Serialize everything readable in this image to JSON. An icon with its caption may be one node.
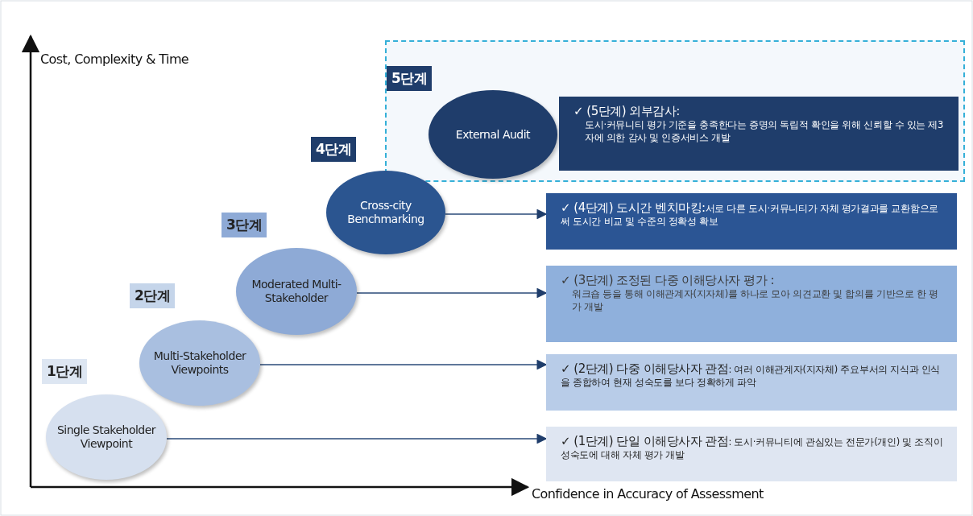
{
  "diagram": {
    "nodes": [
      {
        "text": [],
        "shape": "box"
      },
      {
        "text": [
          "External Audit"
        ],
        "beside": [
          "5단계"
        ],
        "in": 0
      },
      {
        "text": [
          "✓ (5단계) 외부감사:",
          "도시·커뮤니티 평가 기준을 충족한다는 증명의 독립적 확인을 위해 신뢰할 수 있는 제3자에 의한 감사 및 인증서비스 개발"
        ],
        "in": 0
      },
      {
        "text": [
          "Cross-city Benchmarking"
        ],
        "beside": [
          "4단계"
        ]
      },
      {
        "text": [
          "✓ (4단계) 도시간 벤치마킹:",
          "서로 다른 도시·커뮤니티가 자체 평가결과를 교환함으로써 도시간 비교 및 수준의 정확성 확보"
        ]
      },
      {
        "text": [
          "Moderated Multi-Stakeholder"
        ],
        "beside": [
          "3단계"
        ]
      },
      {
        "text": [
          "✓ (3단계) 조정된 다중 이해당사자 평가 :",
          "워크숍 등을 통해 이해관계자(지자체)를 하나로 모아 의견교환 및 합의를 기반으로 한 평가 개발"
        ]
      },
      {
        "text": [
          "Multi-Stakeholder Viewpoints"
        ],
        "beside": [
          "2단계"
        ]
      },
      {
        "text": [
          "✓ (2단계) 다중 이해당사자 관점",
          ": 여러 이해관계자(지자체) 주요부서의 지식과 인식을 종합하여 현재 성숙도를 보다 정확하게 파악"
        ]
      },
      {
        "text": [
          "Single Stakeholder Viewpoint"
        ],
        "beside": [
          "1단계"
        ]
      },
      {
        "text": [
          "✓ (1단계) 단일 이해당사자 관점",
          ": 도시·커뮤니티에 관심있는 전문가(개인) 및 조직이 성숙도에 대해 자체 평가 개발"
        ]
      }
    ],
    "edges": [
      {
        "from": 3,
        "to": 4,
        "arrow": "to"
      },
      {
        "from": 5,
        "to": 6,
        "arrow": "to"
      },
      {
        "from": 7,
        "to": 8,
        "arrow": "to"
      },
      {
        "from": 9,
        "to": 10,
        "arrow": "to"
      }
    ],
    "labels": [
      "Cost, Complexity & Time",
      "Confidence in Accuracy of Assessment"
    ]
  }
}
